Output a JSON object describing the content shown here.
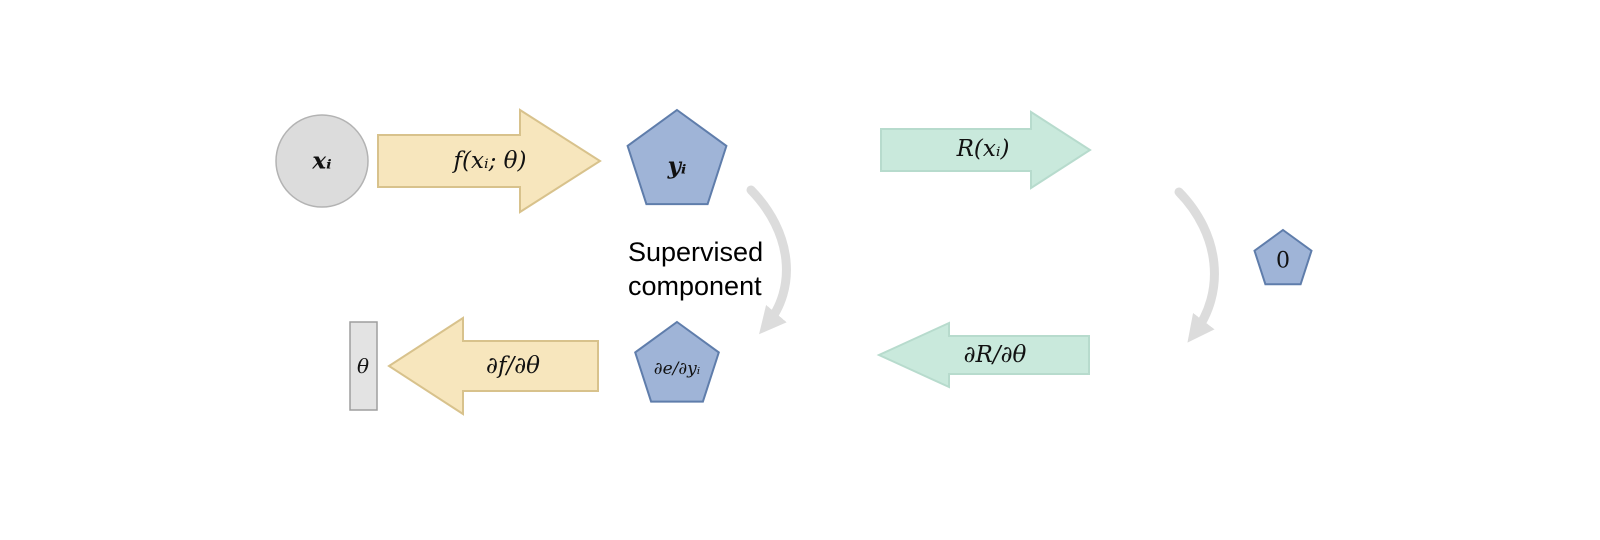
{
  "colors": {
    "circle_fill": "#dcdcdc",
    "yellow_fill": "#f7e6bd",
    "teal_fill": "#c9e9dc",
    "pentagon_fill": "#9fb4d7",
    "rect_fill": "#e3e3e3",
    "curve_stroke": "#dcdcdc",
    "text": "#111111"
  },
  "nodes": {
    "input": {
      "label": "xᵢ"
    },
    "forward_arrow": {
      "label": "f(xᵢ; θ)"
    },
    "prediction": {
      "label": "yᵢ"
    },
    "reward_arrow": {
      "label": "R(xᵢ)"
    },
    "zero": {
      "label": "0"
    },
    "reward_gradient_arrow": {
      "label": "∂R/∂θ"
    },
    "error_gradient": {
      "label": "∂e/∂yᵢ"
    },
    "param_gradient_arrow": {
      "label": "∂f/∂θ"
    },
    "theta": {
      "label": "θ"
    }
  },
  "annotations": {
    "supervised": "Supervised\ncomponent"
  }
}
